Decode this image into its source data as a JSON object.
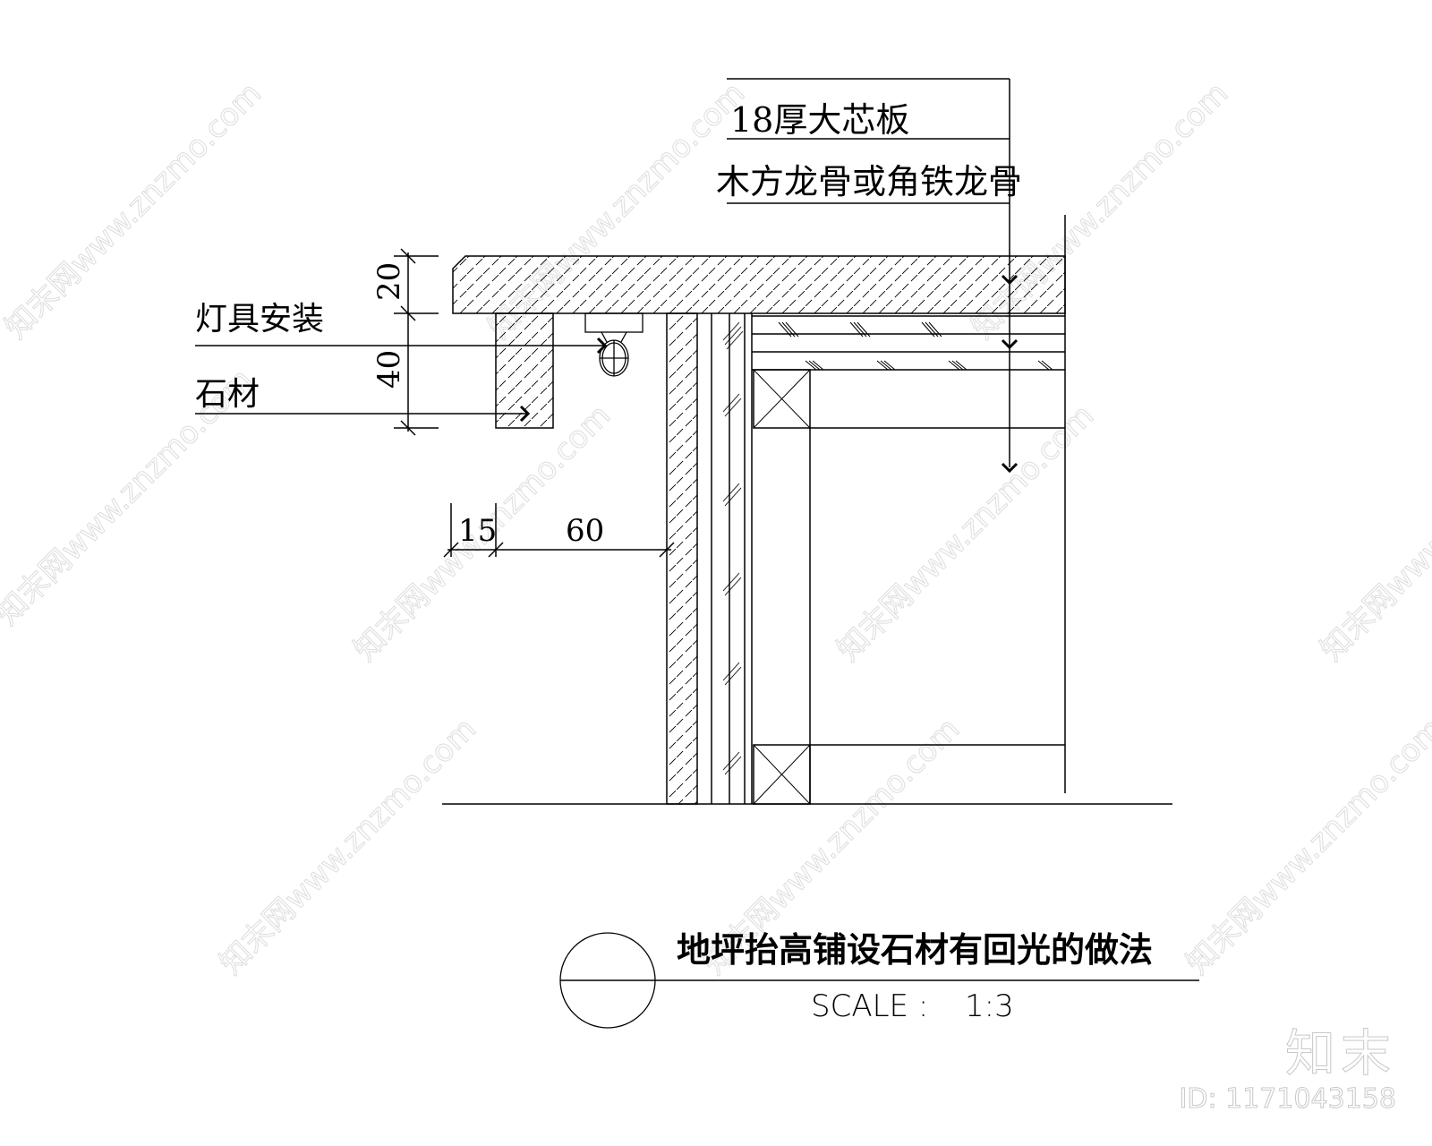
{
  "drawing": {
    "callouts_right": {
      "board_label": "18厚大芯板",
      "keel_label": "木方龙骨或角铁龙骨"
    },
    "callouts_left": {
      "lamp_label": "灯具安装",
      "stone_label": "石材"
    },
    "dimensions": {
      "stone_top_thickness": "20",
      "stone_drop_height": "40",
      "stone_edge_width": "15",
      "gap_width": "60"
    }
  },
  "title_block": {
    "title": "地坪抬高铺设石材有回光的做法",
    "scale_label": "SCALE :",
    "scale_value": "1:3"
  },
  "watermark": {
    "tile_text": "知末网www.znzmo.com",
    "brand": "知末",
    "id": "ID: 1171043158"
  },
  "colors": {
    "line": "#000000",
    "watermark": "#d0d0d0"
  }
}
